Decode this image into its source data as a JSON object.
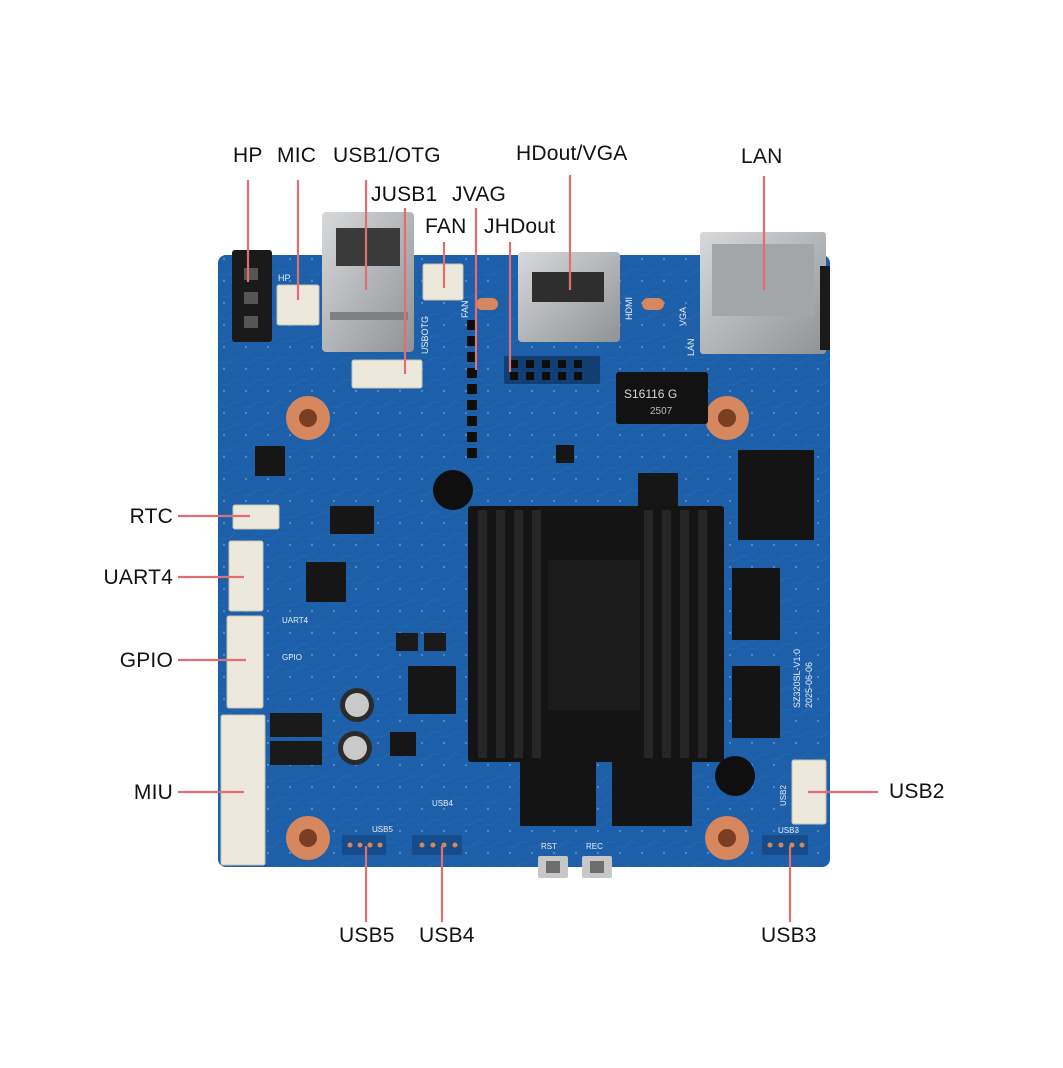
{
  "labels": {
    "hp": "HP",
    "mic": "MIC",
    "usb1_otg": "USB1/OTG",
    "jusb1": "JUSB1",
    "jvag": "JVAG",
    "fan": "FAN",
    "jhdout": "JHDout",
    "hdout_vga": "HDout/VGA",
    "lan": "LAN",
    "rtc": "RTC",
    "uart4": "UART4",
    "gpio": "GPIO",
    "miu": "MIU",
    "usb2": "USB2",
    "usb5": "USB5",
    "usb4": "USB4",
    "usb3": "USB3"
  },
  "silkscreen": {
    "hp": "HP",
    "fan": "FAN",
    "usb_otg": "USBOTG",
    "vga": "VGA",
    "hdmi": "HDMI",
    "lan": "LAN",
    "rst": "RST",
    "rec": "REC",
    "uart4": "UART4",
    "gpio": "GPIO",
    "usb5": "USB5",
    "usb4": "USB4",
    "usb3": "USB3",
    "usb2": "USB2",
    "chip_lan": "S16116 G",
    "chip_lan_date": "2507",
    "board_rev": "SZ320SL-V1.0",
    "board_date": "2025-06-06"
  },
  "colors": {
    "pcb": "#1d5fa8",
    "pcb_dark": "#164c8a",
    "leader": "#e06e72",
    "heatsink": "#141414",
    "connector": "#ede8dc",
    "metal": "#b9bcbe",
    "copper": "#d6875e"
  }
}
